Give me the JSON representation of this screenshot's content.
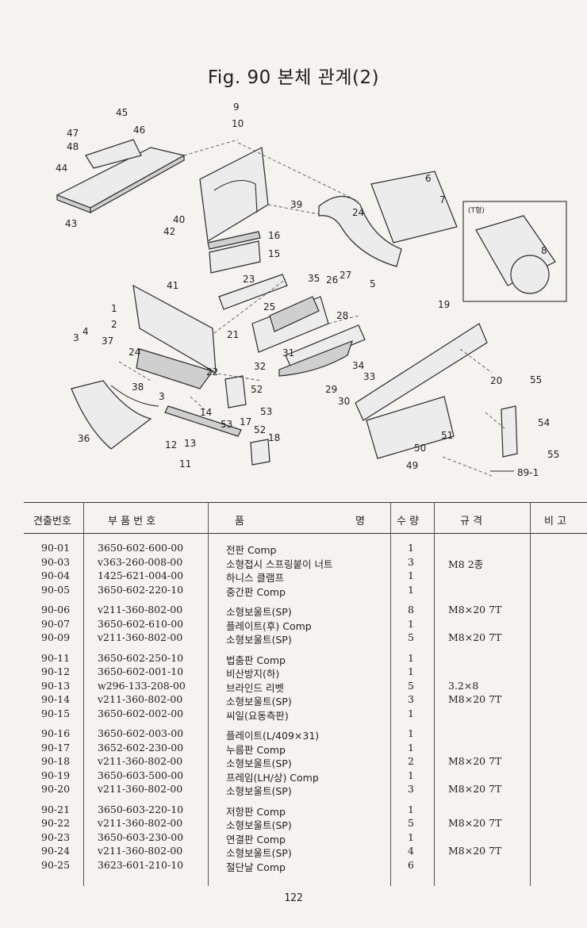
{
  "page": {
    "title": "Fig. 90 본체 관계(2)",
    "page_number": "122"
  },
  "diagram": {
    "inset_label": "(T형)",
    "callouts": [
      "45",
      "46",
      "47",
      "48",
      "44",
      "43",
      "9",
      "10",
      "39",
      "40",
      "42",
      "16",
      "15",
      "41",
      "23",
      "6",
      "7",
      "24",
      "5",
      "8",
      "35",
      "26",
      "27",
      "25",
      "19",
      "1",
      "2",
      "21",
      "28",
      "3",
      "4",
      "37",
      "31",
      "24",
      "22",
      "34",
      "32",
      "33",
      "20",
      "55",
      "29",
      "30",
      "38",
      "3",
      "52",
      "14",
      "53",
      "17",
      "54",
      "36",
      "53",
      "52",
      "18",
      "51",
      "12",
      "13",
      "50",
      "55",
      "11",
      "49",
      "89-1"
    ]
  },
  "table": {
    "headers": {
      "no": "견출번호",
      "part_no": "부 품 번 호",
      "name": "품",
      "name2": "명",
      "qty": "수 량",
      "spec": "규 격",
      "remark": "비 고"
    },
    "groups": [
      [
        {
          "no": "90-01",
          "pn": "3650-602-600-00",
          "name": "전판 Comp",
          "qty": "1",
          "spec": ""
        },
        {
          "no": "90-03",
          "pn": "v363-260-008-00",
          "name": "소형접시 스프링붙이 너트",
          "qty": "3",
          "spec": "M8 2종"
        },
        {
          "no": "90-04",
          "pn": "1425-621-004-00",
          "name": "하니스 클램프",
          "qty": "1",
          "spec": ""
        },
        {
          "no": "90-05",
          "pn": "3650-602-220-10",
          "name": "중간판 Comp",
          "qty": "1",
          "spec": ""
        }
      ],
      [
        {
          "no": "90-06",
          "pn": "v211-360-802-00",
          "name": "소형보울트(SP)",
          "qty": "8",
          "spec": "M8×20 7T"
        },
        {
          "no": "90-07",
          "pn": "3650-602-610-00",
          "name": "플레이트(후) Comp",
          "qty": "1",
          "spec": ""
        },
        {
          "no": "90-09",
          "pn": "v211-360-802-00",
          "name": "소형보울트(SP)",
          "qty": "5",
          "spec": "M8×20 7T"
        }
      ],
      [
        {
          "no": "90-11",
          "pn": "3650-602-250-10",
          "name": "법춤판 Comp",
          "qty": "1",
          "spec": ""
        },
        {
          "no": "90-12",
          "pn": "3650-602-001-10",
          "name": "비산방지(하)",
          "qty": "1",
          "spec": ""
        },
        {
          "no": "90-13",
          "pn": "w296-133-208-00",
          "name": "브라인드 리벳",
          "qty": "5",
          "spec": "3.2×8"
        },
        {
          "no": "90-14",
          "pn": "v211-360-802-00",
          "name": "소형보울트(SP)",
          "qty": "3",
          "spec": "M8×20 7T"
        },
        {
          "no": "90-15",
          "pn": "3650-602-002-00",
          "name": "씨일(요동측판)",
          "qty": "1",
          "spec": ""
        }
      ],
      [
        {
          "no": "90-16",
          "pn": "3650-602-003-00",
          "name": "플레이트(L/409×31)",
          "qty": "1",
          "spec": ""
        },
        {
          "no": "90-17",
          "pn": "3652-602-230-00",
          "name": "누름판 Comp",
          "qty": "1",
          "spec": ""
        },
        {
          "no": "90-18",
          "pn": "v211-360-802-00",
          "name": "소형보울트(SP)",
          "qty": "2",
          "spec": "M8×20 7T"
        },
        {
          "no": "90-19",
          "pn": "3650-603-500-00",
          "name": "프레임(LH/상) Comp",
          "qty": "1",
          "spec": ""
        },
        {
          "no": "90-20",
          "pn": "v211-360-802-00",
          "name": "소형보울트(SP)",
          "qty": "3",
          "spec": "M8×20 7T"
        }
      ],
      [
        {
          "no": "90-21",
          "pn": "3650-603-220-10",
          "name": "저항판 Comp",
          "qty": "1",
          "spec": ""
        },
        {
          "no": "90-22",
          "pn": "v211-360-802-00",
          "name": "소형보울트(SP)",
          "qty": "5",
          "spec": "M8×20 7T"
        },
        {
          "no": "90-23",
          "pn": "3650-603-230-00",
          "name": "연결판 Comp",
          "qty": "1",
          "spec": ""
        },
        {
          "no": "90-24",
          "pn": "v211-360-802-00",
          "name": "소형보울트(SP)",
          "qty": "4",
          "spec": "M8×20 7T"
        },
        {
          "no": "90-25",
          "pn": "3623-601-210-10",
          "name": "절단날 Comp",
          "qty": "6",
          "spec": ""
        }
      ]
    ]
  }
}
